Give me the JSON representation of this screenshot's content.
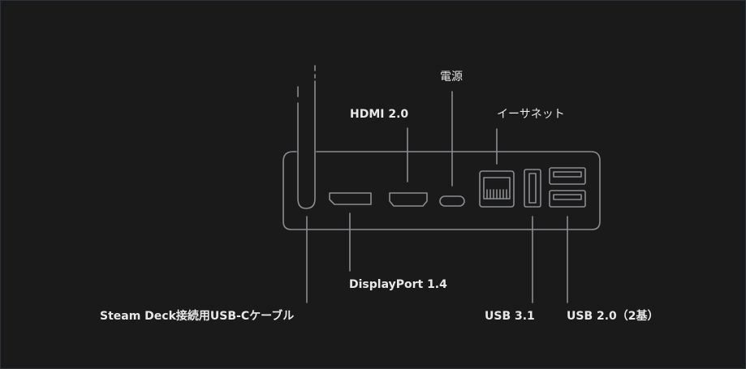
{
  "ports": {
    "power": "電源",
    "hdmi": "HDMI 2.0",
    "ethernet": "イーサネット",
    "displayport": "DisplayPort 1.4",
    "cable": "Steam Deck接続用USB-Cケーブル",
    "usb31": "USB 3.1",
    "usb20": "USB 2.0（2基）"
  },
  "colors": {
    "background": "#1a1a1a",
    "outline": "#8a8d91",
    "text": "#e8e8e8"
  }
}
